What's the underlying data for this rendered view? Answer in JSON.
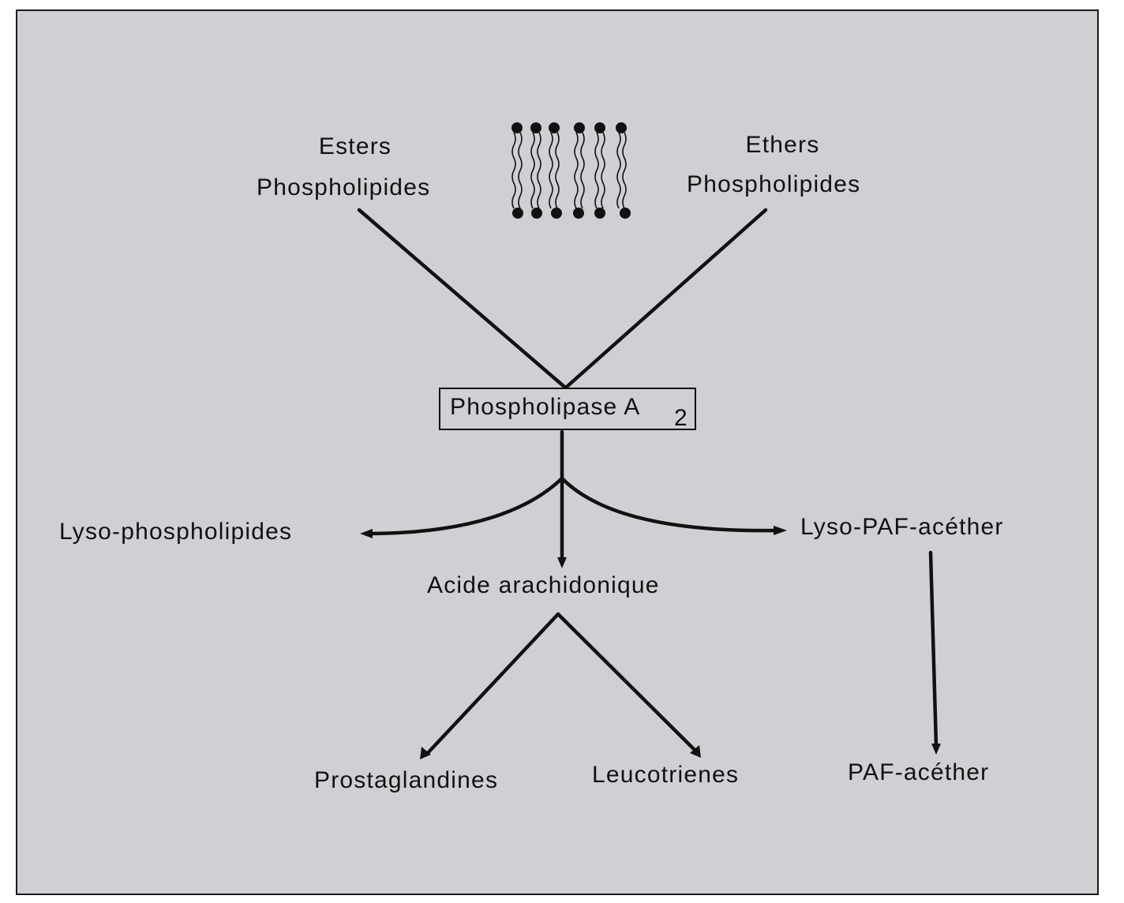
{
  "nodes": {
    "esters": {
      "line1": "Esters",
      "line2": "Phospholipides"
    },
    "ethers": {
      "line1": "Ethers",
      "line2": "Phospholipides"
    },
    "enzyme": {
      "label": "Phospholipase A",
      "subscript": "2"
    },
    "lyso_phospholipides": "Lyso-phospholipides",
    "acide_arachidonique": "Acide arachidonique",
    "lyso_paf": "Lyso-PAF-acéther",
    "prostaglandines": "Prostaglandines",
    "leucotrienes": "Leucotrienes",
    "paf": "PAF-acéther"
  },
  "membrane_icon": "lipid-bilayer-icon",
  "colors": {
    "panel": "#cfd0d4",
    "ink": "#111111"
  }
}
